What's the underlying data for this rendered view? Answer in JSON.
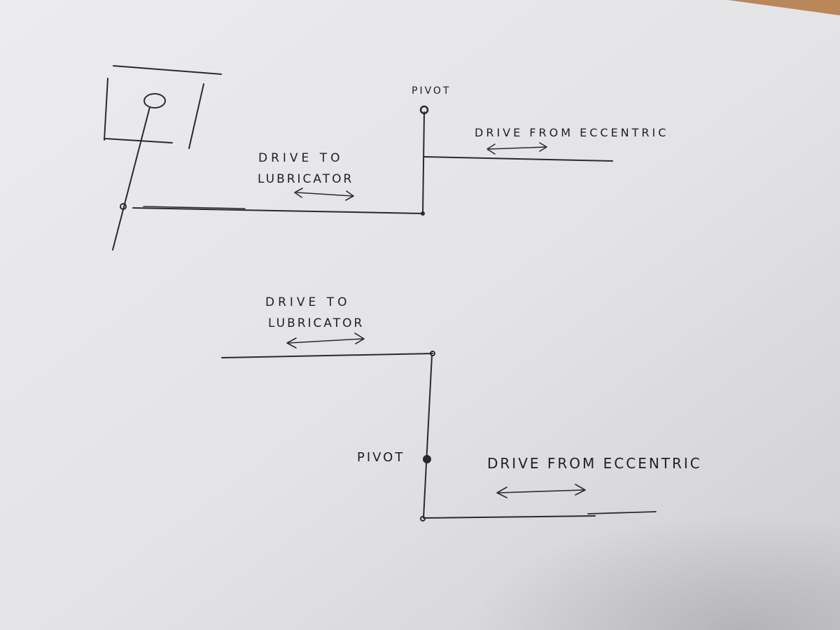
{
  "colors": {
    "paper": "#e6e6e8",
    "ink": "#2a2a2e",
    "table_edge": "#b9875a"
  },
  "upper_sketch": {
    "pivot_label": "PIVOT",
    "lubricator_label_line1": "DRIVE TO",
    "lubricator_label_line2": "LUBRICATOR",
    "eccentric_label": "DRIVE FROM ECCENTRIC"
  },
  "lower_sketch": {
    "pivot_label": "PIVOT",
    "lubricator_label_line1": "DRIVE TO",
    "lubricator_label_line2": "LUBRICATOR",
    "eccentric_label": "DRIVE FROM ECCENTRIC"
  }
}
